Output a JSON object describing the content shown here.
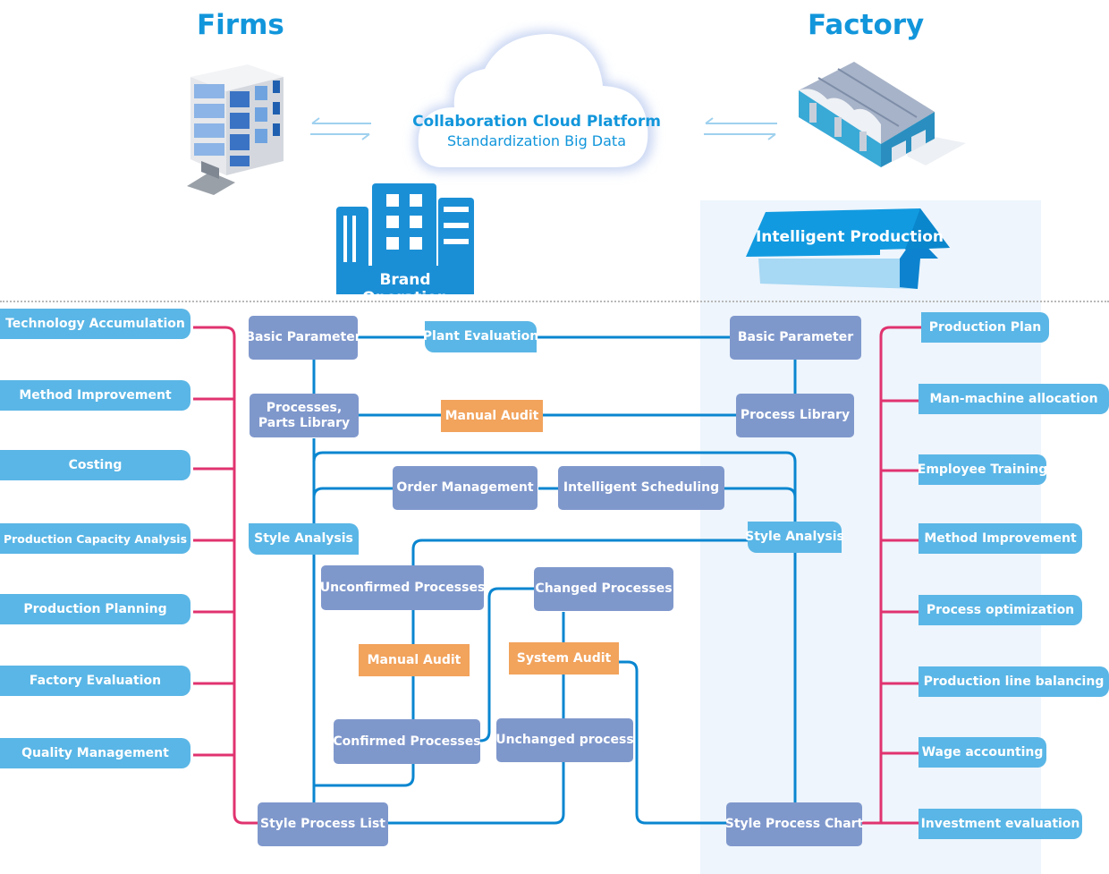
{
  "header": {
    "left_title": "Firms",
    "right_title": "Factory",
    "cloud_title": "Collaboration Cloud Platform",
    "cloud_subtitle": "Standardization Big Data",
    "brand_label": "Brand Operation",
    "production_label": "Intelligent Production"
  },
  "icons": {
    "office_building": "office-building-icon",
    "factory": "factory-icon",
    "cloud": "cloud-icon",
    "sync_arrows": "bidirectional-arrows-icon"
  },
  "left_features": [
    "Technology Accumulation",
    "Method Improvement",
    "Costing",
    "Production Capacity Analysis",
    "Production Planning",
    "Factory Evaluation",
    "Quality Management"
  ],
  "right_features": [
    "Production Plan",
    "Man-machine allocation",
    "Employee Training",
    "Method Improvement",
    "Process optimization",
    "Production line balancing",
    "Wage accounting",
    "Investment evaluation"
  ],
  "flow": {
    "brand_basic_parameter": "Basic Parameter",
    "processes_parts_library_line1": "Processes,",
    "processes_parts_library_line2": "Parts Library",
    "plant_evaluation": "Plant Evaluation",
    "manual_audit_top": "Manual Audit",
    "factory_basic_parameter": "Basic Parameter",
    "process_library": "Process Library",
    "order_management": "Order Management",
    "intelligent_scheduling": "Intelligent Scheduling",
    "brand_style_analysis": "Style Analysis",
    "factory_style_analysis": "Style Analysis",
    "unconfirmed_processes": "Unconfirmed Processes",
    "changed_processes": "Changed Processes",
    "manual_audit_mid": "Manual Audit",
    "system_audit": "System Audit",
    "confirmed_processes": "Confirmed Processes",
    "unchanged_process": "Unchanged process",
    "style_process_list": "Style Process List",
    "style_process_chart": "Style Process Chart"
  },
  "colors": {
    "heading_blue": "#1296db",
    "node_purple": "#7f98cc",
    "node_sky": "#5ab6e6",
    "node_orange": "#f2a35c",
    "connector_blue": "#0a86d0",
    "connector_pink": "#e0336f",
    "panel_bg": "#eef5fc"
  }
}
